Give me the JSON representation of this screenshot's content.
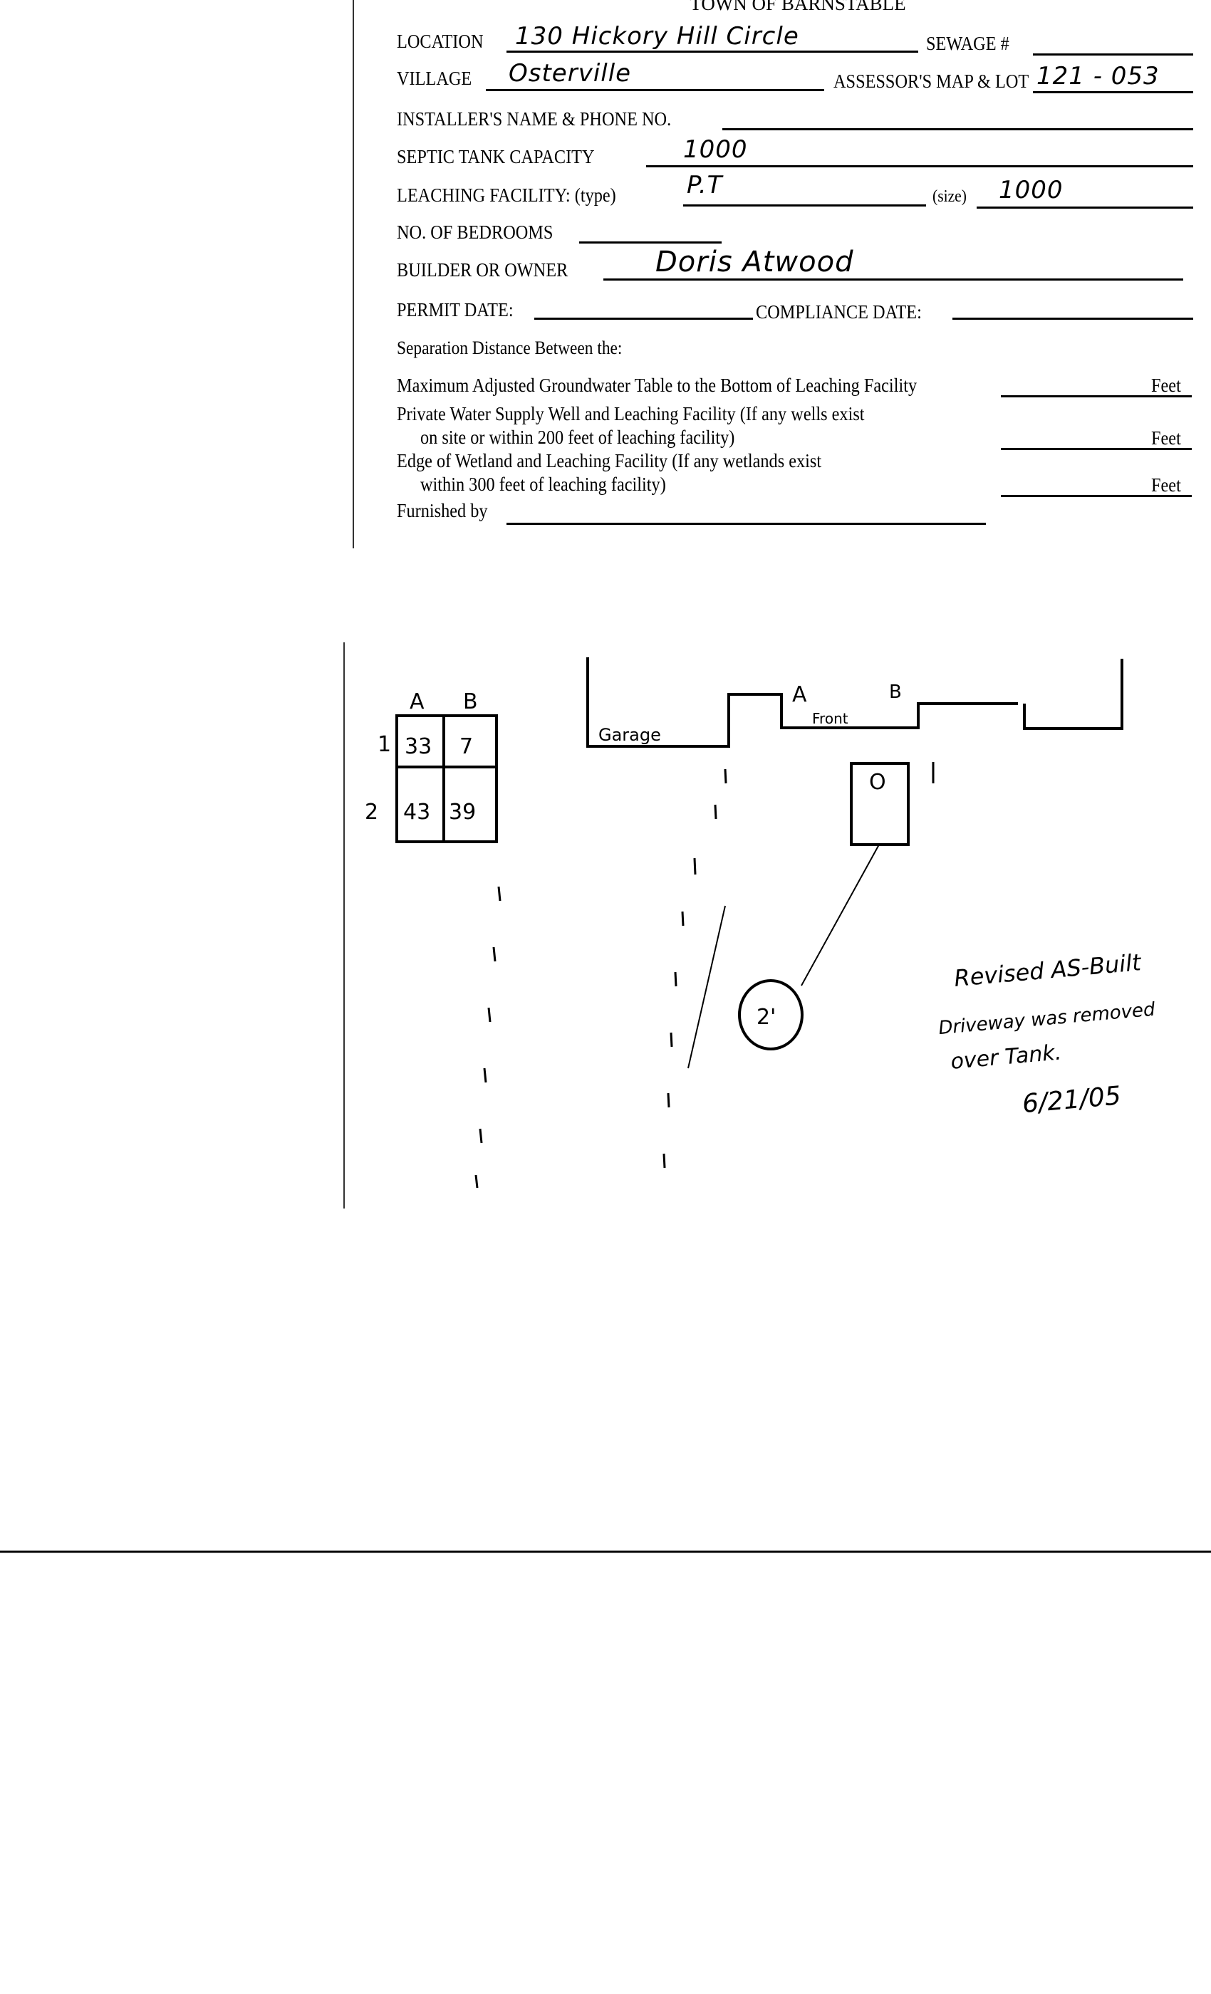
{
  "form": {
    "title": "TOWN OF BARNSTABLE",
    "fields": {
      "location_label": "LOCATION",
      "location_value": "130 Hickory Hill Circle",
      "sewage_label": "SEWAGE #",
      "sewage_value": "",
      "village_label": "VILLAGE",
      "village_value": "Osterville",
      "assessor_label": "ASSESSOR'S MAP & LOT",
      "assessor_value": "121 - 053",
      "installer_label": "INSTALLER'S NAME & PHONE NO.",
      "installer_value": "",
      "septic_label": "SEPTIC TANK CAPACITY",
      "septic_value": "1000",
      "leaching_label": "LEACHING FACILITY: (type)",
      "leaching_type_value": "P.T",
      "size_label": "(size)",
      "size_value": "1000",
      "bedrooms_label": "NO. OF BEDROOMS",
      "bedrooms_value": "",
      "builder_label": "BUILDER OR OWNER",
      "builder_value": "Doris Atwood",
      "permit_label": "PERMIT DATE:",
      "permit_value": "",
      "compliance_label": "COMPLIANCE DATE:",
      "compliance_value": ""
    },
    "separation": {
      "heading": "Separation Distance Between the:",
      "items": [
        {
          "line1": "Maximum Adjusted Groundwater Table to the Bottom of Leaching Facility",
          "line2": "",
          "unit": "Feet",
          "value": ""
        },
        {
          "line1": "Private Water Supply Well and Leaching Facility  (If any wells exist",
          "line2": "on site or within 200 feet of leaching facility)",
          "unit": "Feet",
          "value": ""
        },
        {
          "line1": "Edge of Wetland and Leaching Facility (If any wetlands exist",
          "line2": "within 300 feet of leaching facility)",
          "unit": "Feet",
          "value": ""
        }
      ],
      "furnished_label": "Furnished by",
      "furnished_value": ""
    }
  },
  "sketch": {
    "grid": {
      "col_headers": [
        "A",
        "B"
      ],
      "row_headers": [
        "1",
        "2"
      ],
      "values": [
        [
          "33",
          "7"
        ],
        [
          "43",
          "39"
        ]
      ]
    },
    "labels": {
      "garage": "Garage",
      "front": "Front",
      "point_a": "A",
      "point_b": "B",
      "tank_marker": "O",
      "pit_label": "2'"
    },
    "note": {
      "line1": "Revised AS-Built",
      "line2": "Driveway was removed",
      "line3": "over Tank.",
      "date": "6/21/05"
    }
  }
}
